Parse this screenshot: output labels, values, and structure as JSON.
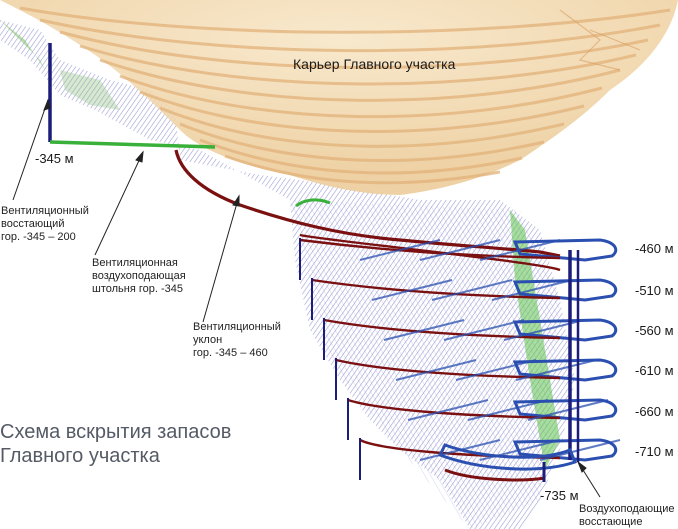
{
  "pit_label": "Карьер Главного участка",
  "title_line1": "Схема вскрытия запасов",
  "title_line2": "Главного участка",
  "label_345": "-345 м",
  "label_735": "-735 м",
  "levels": [
    "-460 м",
    "-510 м",
    "-560 м",
    "-610 м",
    "-660 м",
    "-710 м"
  ],
  "callouts": {
    "raise": [
      "Вентиляционный",
      "восстающий",
      "гор. -345 – 200"
    ],
    "adit": [
      "Вентиляционная",
      "воздухоподающая",
      "штольня гор. -345"
    ],
    "decline": [
      "Вентиляционный",
      "уклон",
      "гор. -345 – 460"
    ],
    "supply": [
      "Воздухоподающие",
      "восстающие"
    ]
  },
  "colors": {
    "pit_fill": "#f3dcb4",
    "pit_band": "#e6c090",
    "ore_blue": "#3a3aa8",
    "ore_green": "#4fb04a",
    "drift_blue": "#2a4fb0",
    "decline_red": "#7a1010",
    "raise_navy": "#1c1c7a",
    "adit_green": "#39b03a"
  }
}
